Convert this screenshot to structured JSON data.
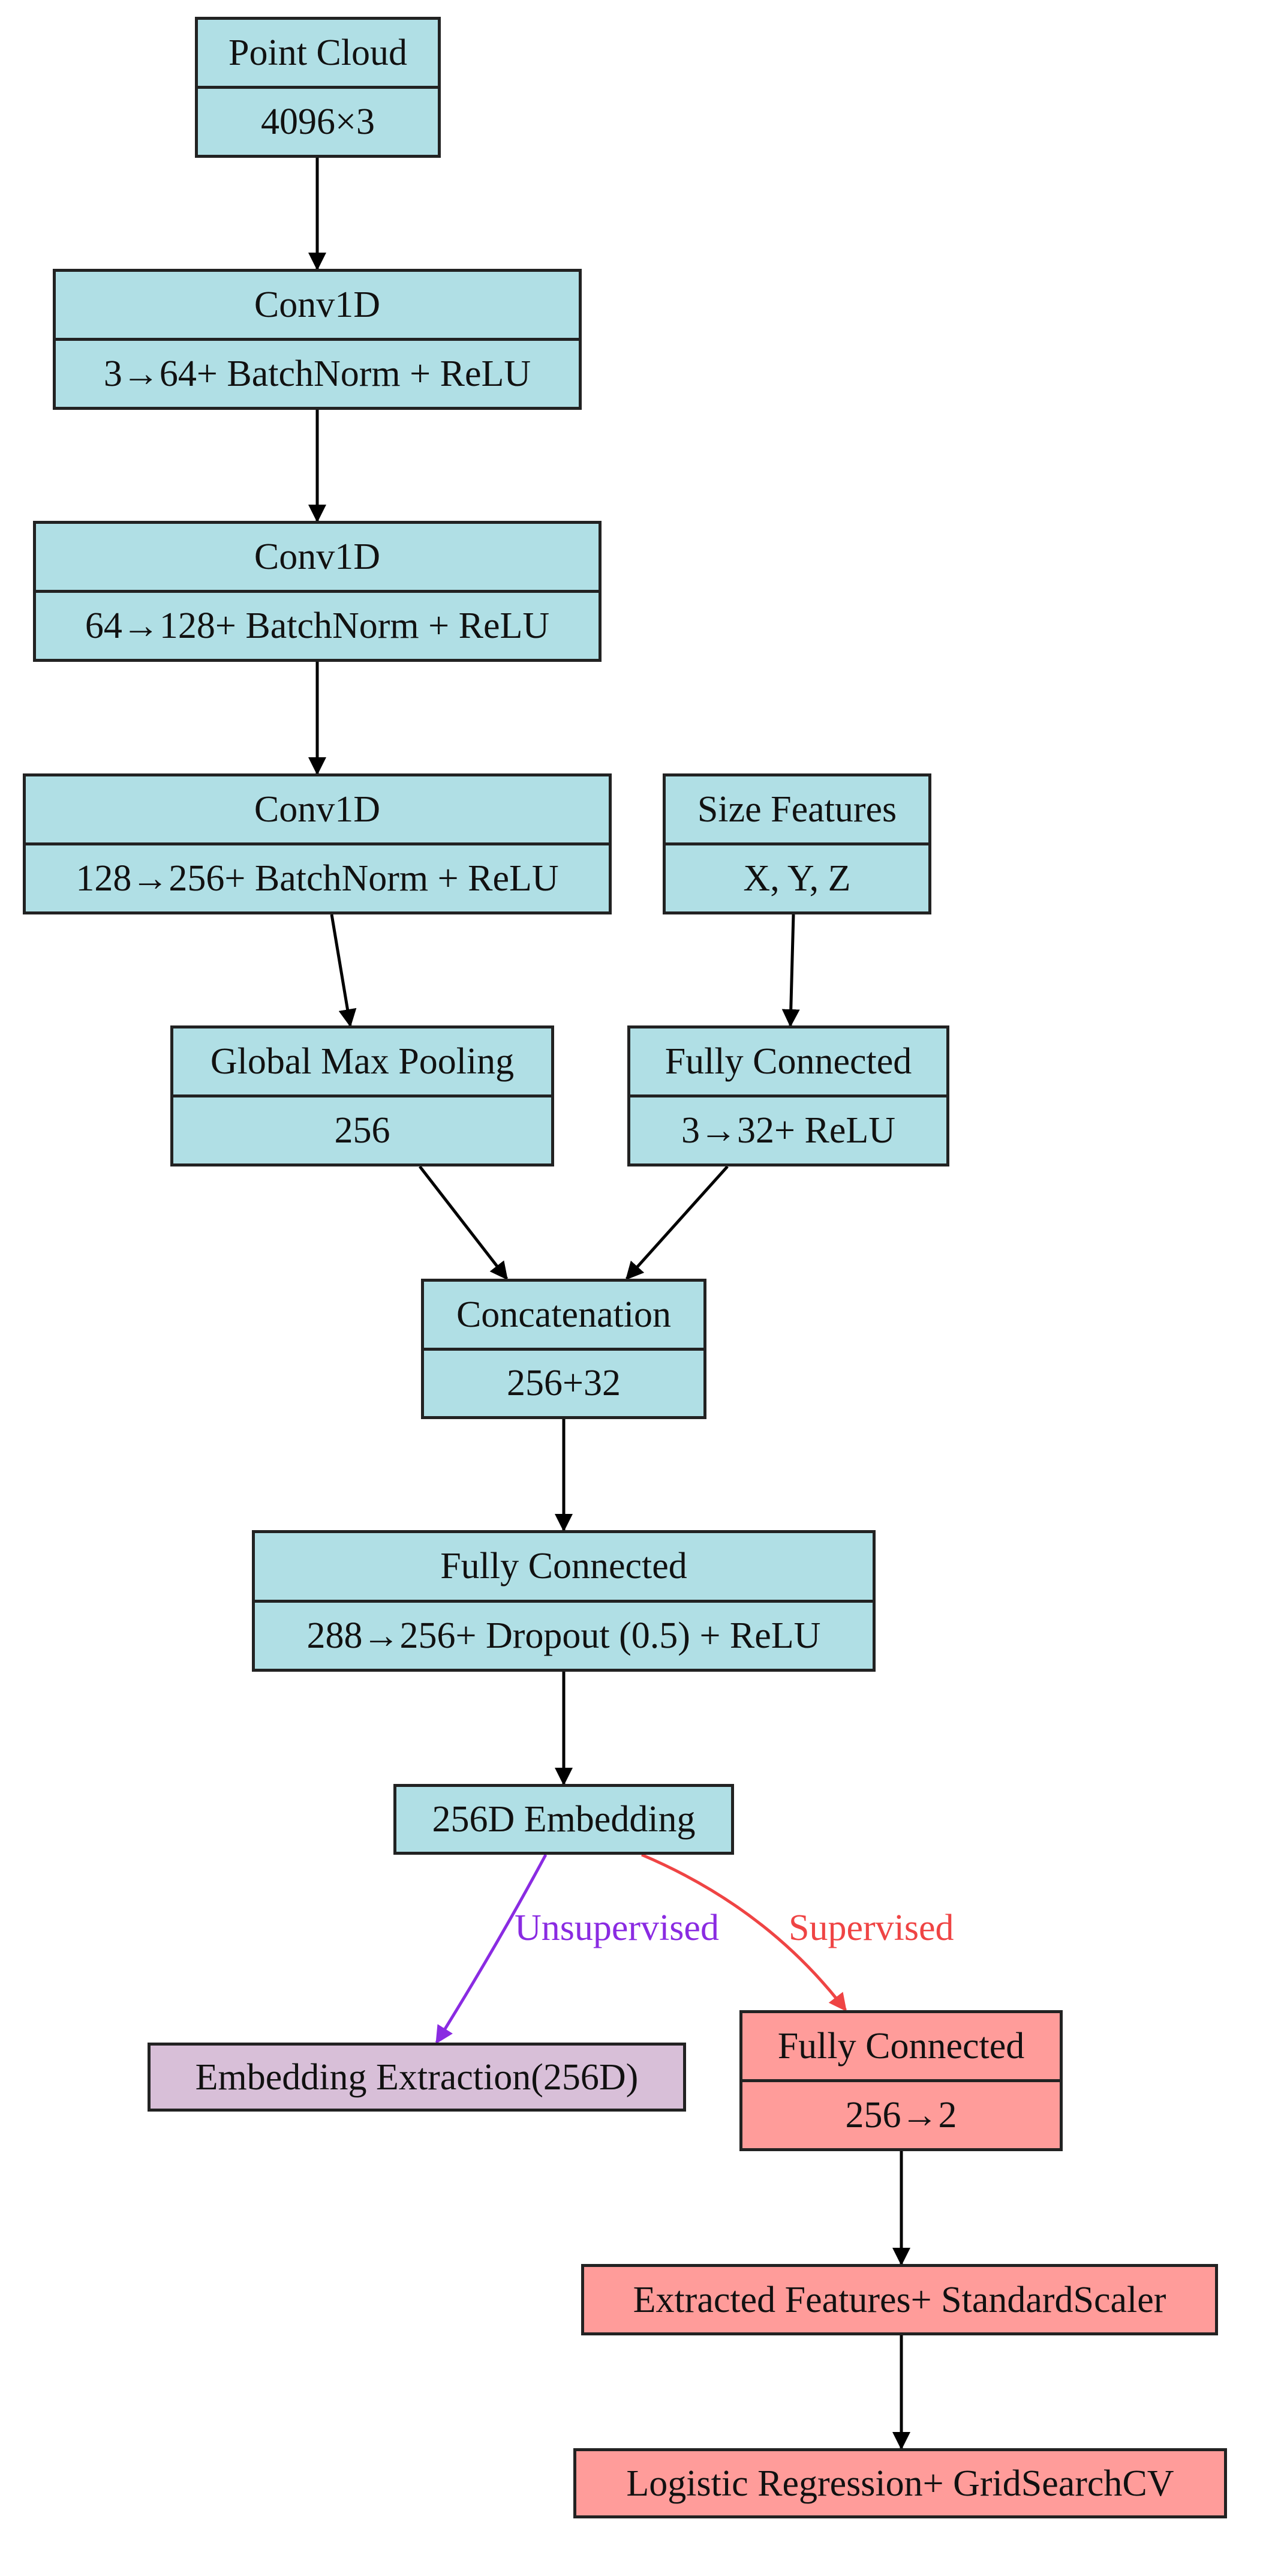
{
  "nodes": {
    "point_cloud": {
      "title": "Point Cloud",
      "detail": "4096×3"
    },
    "conv1": {
      "title": "Conv1D",
      "detail": "3→64+ BatchNorm + ReLU"
    },
    "conv2": {
      "title": "Conv1D",
      "detail": "64→128+ BatchNorm + ReLU"
    },
    "conv3": {
      "title": "Conv1D",
      "detail": "128→256+ BatchNorm + ReLU"
    },
    "size_features": {
      "title": "Size Features",
      "detail": "X, Y, Z"
    },
    "global_max_pooling": {
      "title": "Global Max Pooling",
      "detail": "256"
    },
    "fc_size": {
      "title": "Fully Connected",
      "detail": "3→32+ ReLU"
    },
    "concatenation": {
      "title": "Concatenation",
      "detail": "256+32"
    },
    "fc_main": {
      "title": "Fully Connected",
      "detail": "288→256+ Dropout (0.5) + ReLU"
    },
    "embedding": {
      "title": "256D Embedding"
    },
    "embedding_extraction": {
      "title": "Embedding Extraction(256D)"
    },
    "fc_supervised": {
      "title": "Fully Connected",
      "detail": "256→2"
    },
    "extracted_features": {
      "title": "Extracted Features+ StandardScaler"
    },
    "logistic_regression": {
      "title": "Logistic Regression+ GridSearchCV"
    }
  },
  "edge_labels": {
    "unsupervised": "Unsupervised",
    "supervised": "Supervised"
  },
  "colors": {
    "network_fill": "#b0dfe5",
    "supervised_fill": "#ff9c9a",
    "unsupervised_fill": "#d8bfd8",
    "unsupervised_edge": "#8a2be2",
    "supervised_edge": "#ef4444",
    "edge": "#000000"
  }
}
